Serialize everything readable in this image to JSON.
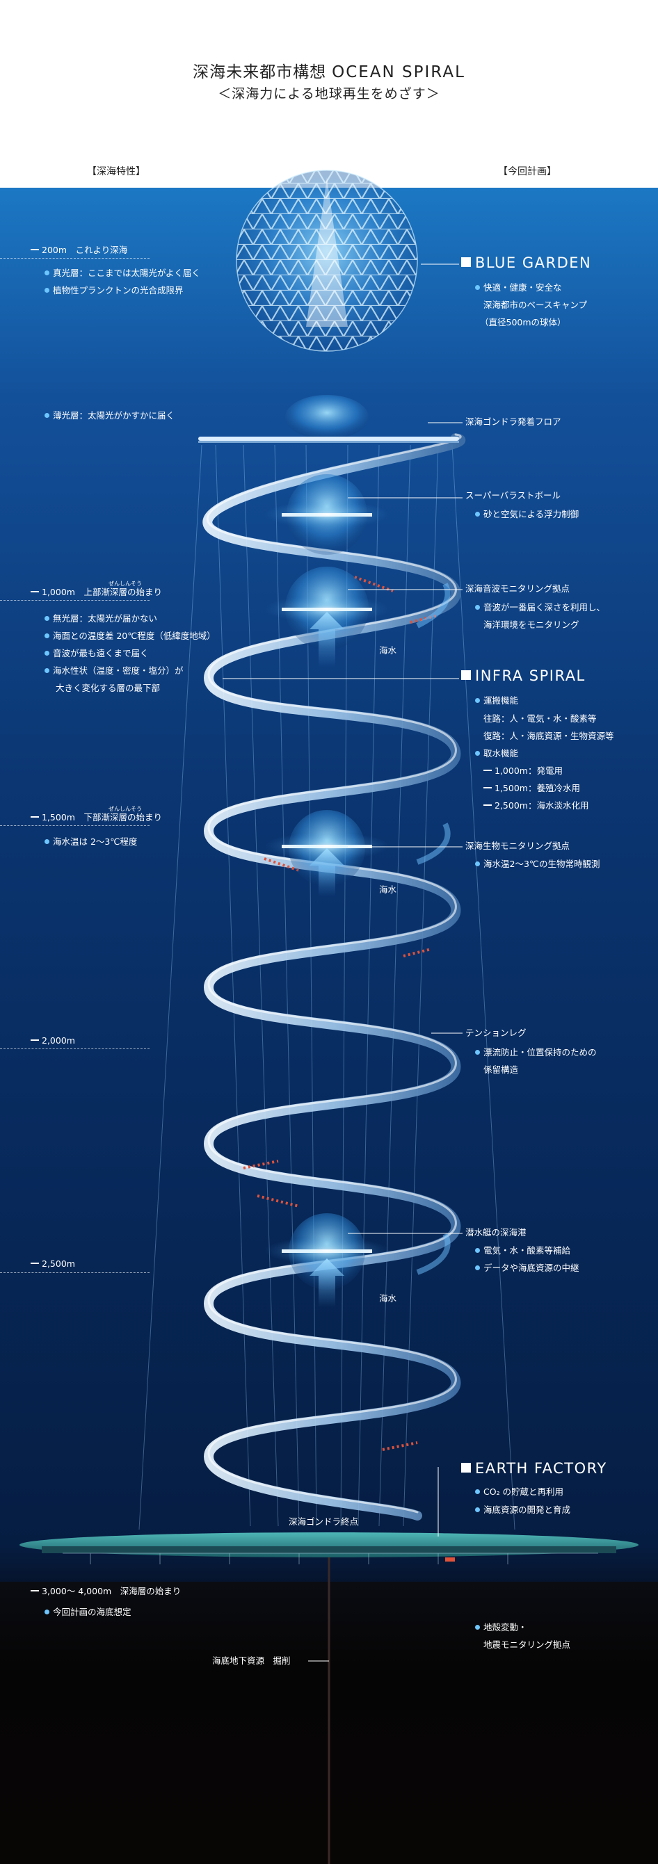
{
  "title_ja": "深海未来都市構想",
  "title_en": "OCEAN SPIRAL",
  "subtitle": "＜深海力による地球再生をめざす＞",
  "left_heading": "【深海特性】",
  "right_heading": "【今回計画】",
  "left": {
    "d200": "200m　これより深海",
    "euphotic_1": "真光層：ここまでは太陽光がよく届く",
    "euphotic_2": "植物性プランクトンの光合成限界",
    "disphotic": "薄光層：太陽光がかすかに届く",
    "d1000_ruby": "ぜんしんそう",
    "d1000": "1,000m　上部漸深層の始まり",
    "aphotic_1": "無光層：太陽光が届かない",
    "aphotic_2": "海面との温度差 20℃程度（低緯度地域）",
    "aphotic_3": "音波が最も遠くまで届く",
    "aphotic_4": "海水性状（温度・密度・塩分）が",
    "aphotic_5": "大きく変化する層の最下部",
    "d1500_ruby": "ぜんしんそう",
    "d1500": "1,500m　下部漸深層の始まり",
    "temp": "海水温は 2～3℃程度",
    "d2000": "2,000m",
    "d2500": "2,500m",
    "d3000": "3,000～ 4,000m　深海層の始まり",
    "seabed": "今回計画の海底想定"
  },
  "right": {
    "blue_garden": "BLUE GARDEN",
    "bg_1": "快適・健康・安全な",
    "bg_2": "深海都市のベースキャンプ",
    "bg_3": "（直径500mの球体）",
    "gondola_floor": "深海ゴンドラ発着フロア",
    "ballast": "スーパーバラストボール",
    "ballast_1": "砂と空気による浮力制御",
    "sonar": "深海音波モニタリング拠点",
    "sonar_1": "音波が一番届く深さを利用し、",
    "sonar_2": "海洋環境をモニタリング",
    "infra_spiral": "INFRA SPIRAL",
    "transport": "運搬機能",
    "out": "往路：人・電気・水・酸素等",
    "back": "復路：人・海底資源・生物資源等",
    "intake": "取水機能",
    "i1000": "1,000m：発電用",
    "i1500": "1,500m：養殖冷水用",
    "i2500": "2,500m：海水淡水化用",
    "bio": "深海生物モニタリング拠点",
    "bio_1": "海水温2～3℃の生物常時観測",
    "tension": "テンションレグ",
    "tension_1": "漂流防止・位置保持のための",
    "tension_2": "係留構造",
    "sub_port": "潜水艇の深海港",
    "sub_1": "電気・水・酸素等補給",
    "sub_2": "データや海底資源の中継",
    "earth_factory": "EARTH FACTORY",
    "ef_1": "CO₂ の貯蔵と再利用",
    "ef_2": "海底資源の開発と育成",
    "gondola_end": "深海ゴンドラ終点",
    "quake_1": "地殻変動・",
    "quake_2": "地震モニタリング拠点",
    "resources": "海底地下資源　掘削"
  },
  "seawater": "海水"
}
